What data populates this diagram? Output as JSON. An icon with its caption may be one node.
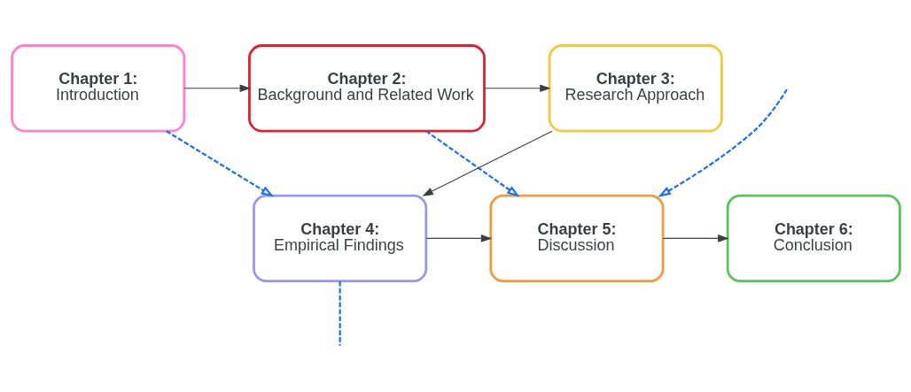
{
  "diagram": {
    "nodes": [
      {
        "text": [
          "Chapter 1:",
          "Introduction"
        ]
      },
      {
        "text": [
          "Chapter 2:",
          "Background and Related Work"
        ]
      },
      {
        "text": [
          "Chapter 3:",
          "Research Approach"
        ]
      },
      {
        "text": [
          "Chapter 4:",
          "Empirical Findings"
        ]
      },
      {
        "text": [
          "Chapter 5:",
          "Discussion"
        ]
      },
      {
        "text": [
          "Chapter 6:",
          "Conclusion"
        ]
      }
    ],
    "edges": [
      {
        "from": 0,
        "to": 1,
        "arrow": "to"
      },
      {
        "from": 1,
        "to": 2,
        "arrow": "to"
      },
      {
        "from": 2,
        "to": 3,
        "arrow": "to"
      },
      {
        "from": 3,
        "to": 4,
        "arrow": "to"
      },
      {
        "from": 4,
        "to": 5,
        "arrow": "to"
      },
      {
        "from": 0,
        "to": 3,
        "arrow": "to",
        "style": "dashed",
        "color": "#1a73e8"
      },
      {
        "from": 1,
        "to": 4,
        "arrow": "to",
        "style": "dashed",
        "color": "#1a73e8"
      },
      {
        "from": 3,
        "to": null,
        "arrow": "none",
        "style": "dashed",
        "color": "#1a73e8"
      },
      {
        "from": null,
        "to": 4,
        "arrow": "to",
        "style": "dashed",
        "color": "#1a73e8"
      }
    ]
  }
}
